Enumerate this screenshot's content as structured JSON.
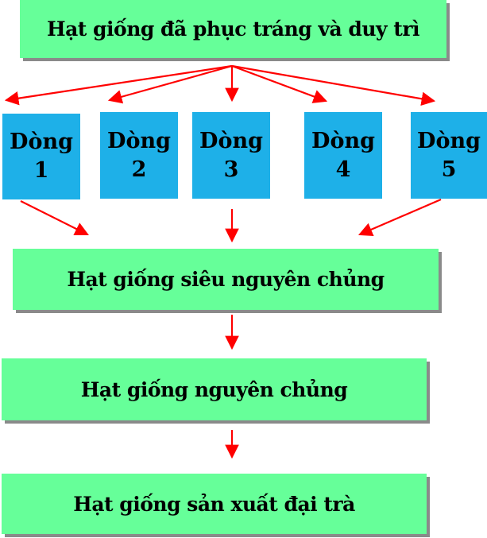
{
  "diagram": {
    "type": "flowchart",
    "colors": {
      "stage_box": "#66ff99",
      "line_box": "#1eb0e8",
      "arrow": "#ff0000",
      "shadow": "#8a8a8a",
      "text": "#000000"
    },
    "top": {
      "label": "Hạt giống đã phục tráng và duy trì"
    },
    "lines": [
      {
        "word": "Dòng",
        "number": "1"
      },
      {
        "word": "Dòng",
        "number": "2"
      },
      {
        "word": "Dòng",
        "number": "3"
      },
      {
        "word": "Dòng",
        "number": "4"
      },
      {
        "word": "Dòng",
        "number": "5"
      }
    ],
    "stages": [
      {
        "label": "Hạt giống siêu nguyên chủng"
      },
      {
        "label": "Hạt giống nguyên chủng"
      },
      {
        "label": "Hạt giống sản xuất đại trà"
      }
    ],
    "edges": [
      [
        "top",
        "line-1"
      ],
      [
        "top",
        "line-2"
      ],
      [
        "top",
        "line-3"
      ],
      [
        "top",
        "line-4"
      ],
      [
        "top",
        "line-5"
      ],
      [
        "line-1",
        "stage-1"
      ],
      [
        "line-3",
        "stage-1"
      ],
      [
        "line-5",
        "stage-1"
      ],
      [
        "stage-1",
        "stage-2"
      ],
      [
        "stage-2",
        "stage-3"
      ]
    ]
  }
}
